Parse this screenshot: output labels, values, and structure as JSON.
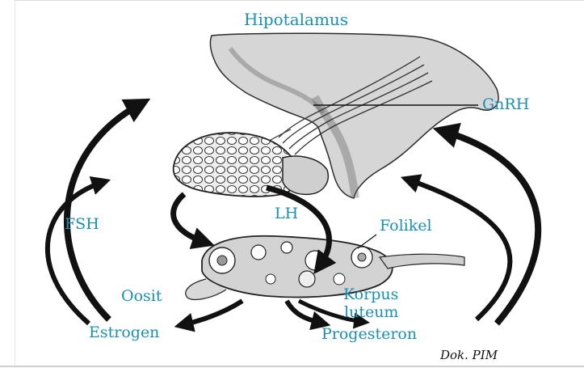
{
  "labels": {
    "hipotalamus": "Hipotalamus",
    "gnrh": "GnRH",
    "fsh": "FSH",
    "lh": "LH",
    "folikel": "Folikel",
    "oosit": "Oosit",
    "korpus": "Korpus",
    "luteum": "luteum",
    "estrogen": "Estrogen",
    "progesteron": "Progesteron"
  },
  "credit": "Dok. PIM",
  "colors": {
    "label": "#1a8fb3",
    "arrow": "#111111",
    "tissue": "#d9d9d9",
    "outline": "#2b2b2b"
  }
}
